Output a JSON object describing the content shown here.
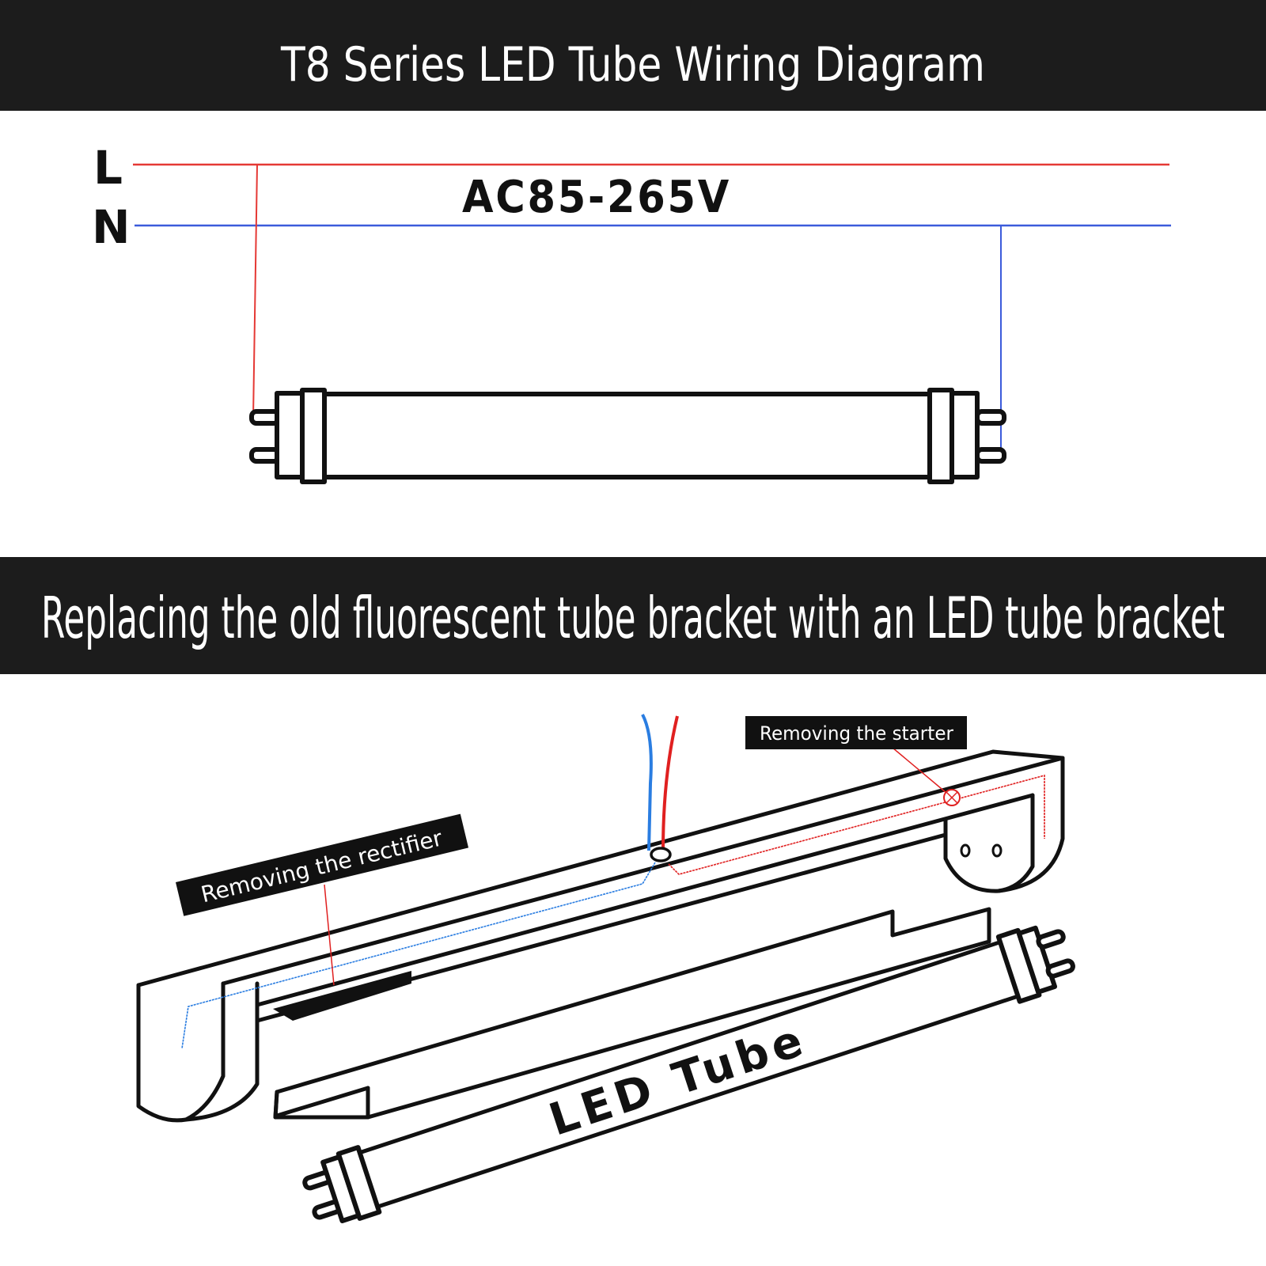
{
  "header": {
    "title": "T8 Series LED Tube Wiring Diagram"
  },
  "wiring": {
    "live_label": "L",
    "neutral_label": "N",
    "voltage_label": "AC85-265V",
    "colors": {
      "live": "#e53935",
      "neutral": "#3b5bdb",
      "band": "#1c1c1c"
    }
  },
  "section": {
    "title": "Replacing the old fluorescent tube bracket  with an LED tube bracket"
  },
  "fixture": {
    "rectifier_label": "Removing the rectifier",
    "starter_label": "Removing the starter",
    "tube_label": "LED Tube"
  }
}
